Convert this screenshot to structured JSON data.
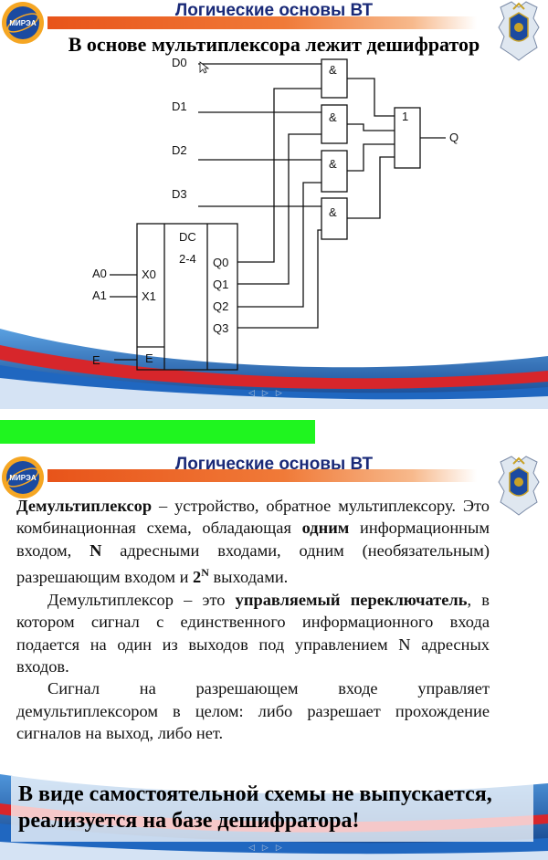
{
  "slide1": {
    "header_title": "Логические основы ВТ",
    "subtitle": "В основе мультиплексора лежит дешифратор",
    "logo_text": "МИРЭА",
    "diagram": {
      "data_inputs": [
        "D0",
        "D1",
        "D2",
        "D3"
      ],
      "and_gate_label": "&",
      "or_gate_label": "1",
      "output_label": "Q",
      "decoder_labels": [
        "DC",
        "2-4"
      ],
      "decoder_inputs": [
        "X0",
        "X1"
      ],
      "decoder_enable": "E",
      "decoder_outputs": [
        "Q0",
        "Q1",
        "Q2",
        "Q3"
      ],
      "address_inputs": [
        "A0",
        "A1"
      ],
      "enable_input": "E"
    }
  },
  "slide2": {
    "header_title": "Логические основы ВТ",
    "logo_text": "МИРЭА",
    "paragraph1": {
      "term": "Демультиплексор",
      "t1": " – устройство, обратное мультиплексору. Это комбинационная схема, обладающая ",
      "b1": "одним",
      "t2": " информационным входом, ",
      "b2": "N",
      "t3": " адресными входами, одним (необязательным) разрешающим входом и ",
      "b3": "2",
      "sup": "N",
      "t4": " выходами."
    },
    "paragraph2": {
      "t1": "Демультиплексор – это ",
      "b1": "управляемый переключатель",
      "t2": ", в котором сигнал с единственного информационного входа подается на один из выходов под управлением N адресных входов."
    },
    "paragraph3": "Сигнал на разрешающем входе управляет демультиплексором в целом: либо разрешает прохождение сигналов на выход, либо нет.",
    "callout": "В виде самостоятельной схемы не выпускается, реализуется на базе дешифратора!"
  },
  "colors": {
    "header_bar": "#e8541a",
    "header_title": "#1a2a78",
    "divider_bar": "#1ff51f",
    "wave_blue": "#1b5fb0",
    "wave_red": "#d7262b"
  },
  "icons": [
    "mirea-logo-icon",
    "crest-icon",
    "cursor-icon",
    "nav-prev-icon",
    "nav-play-icon",
    "nav-next-icon"
  ]
}
